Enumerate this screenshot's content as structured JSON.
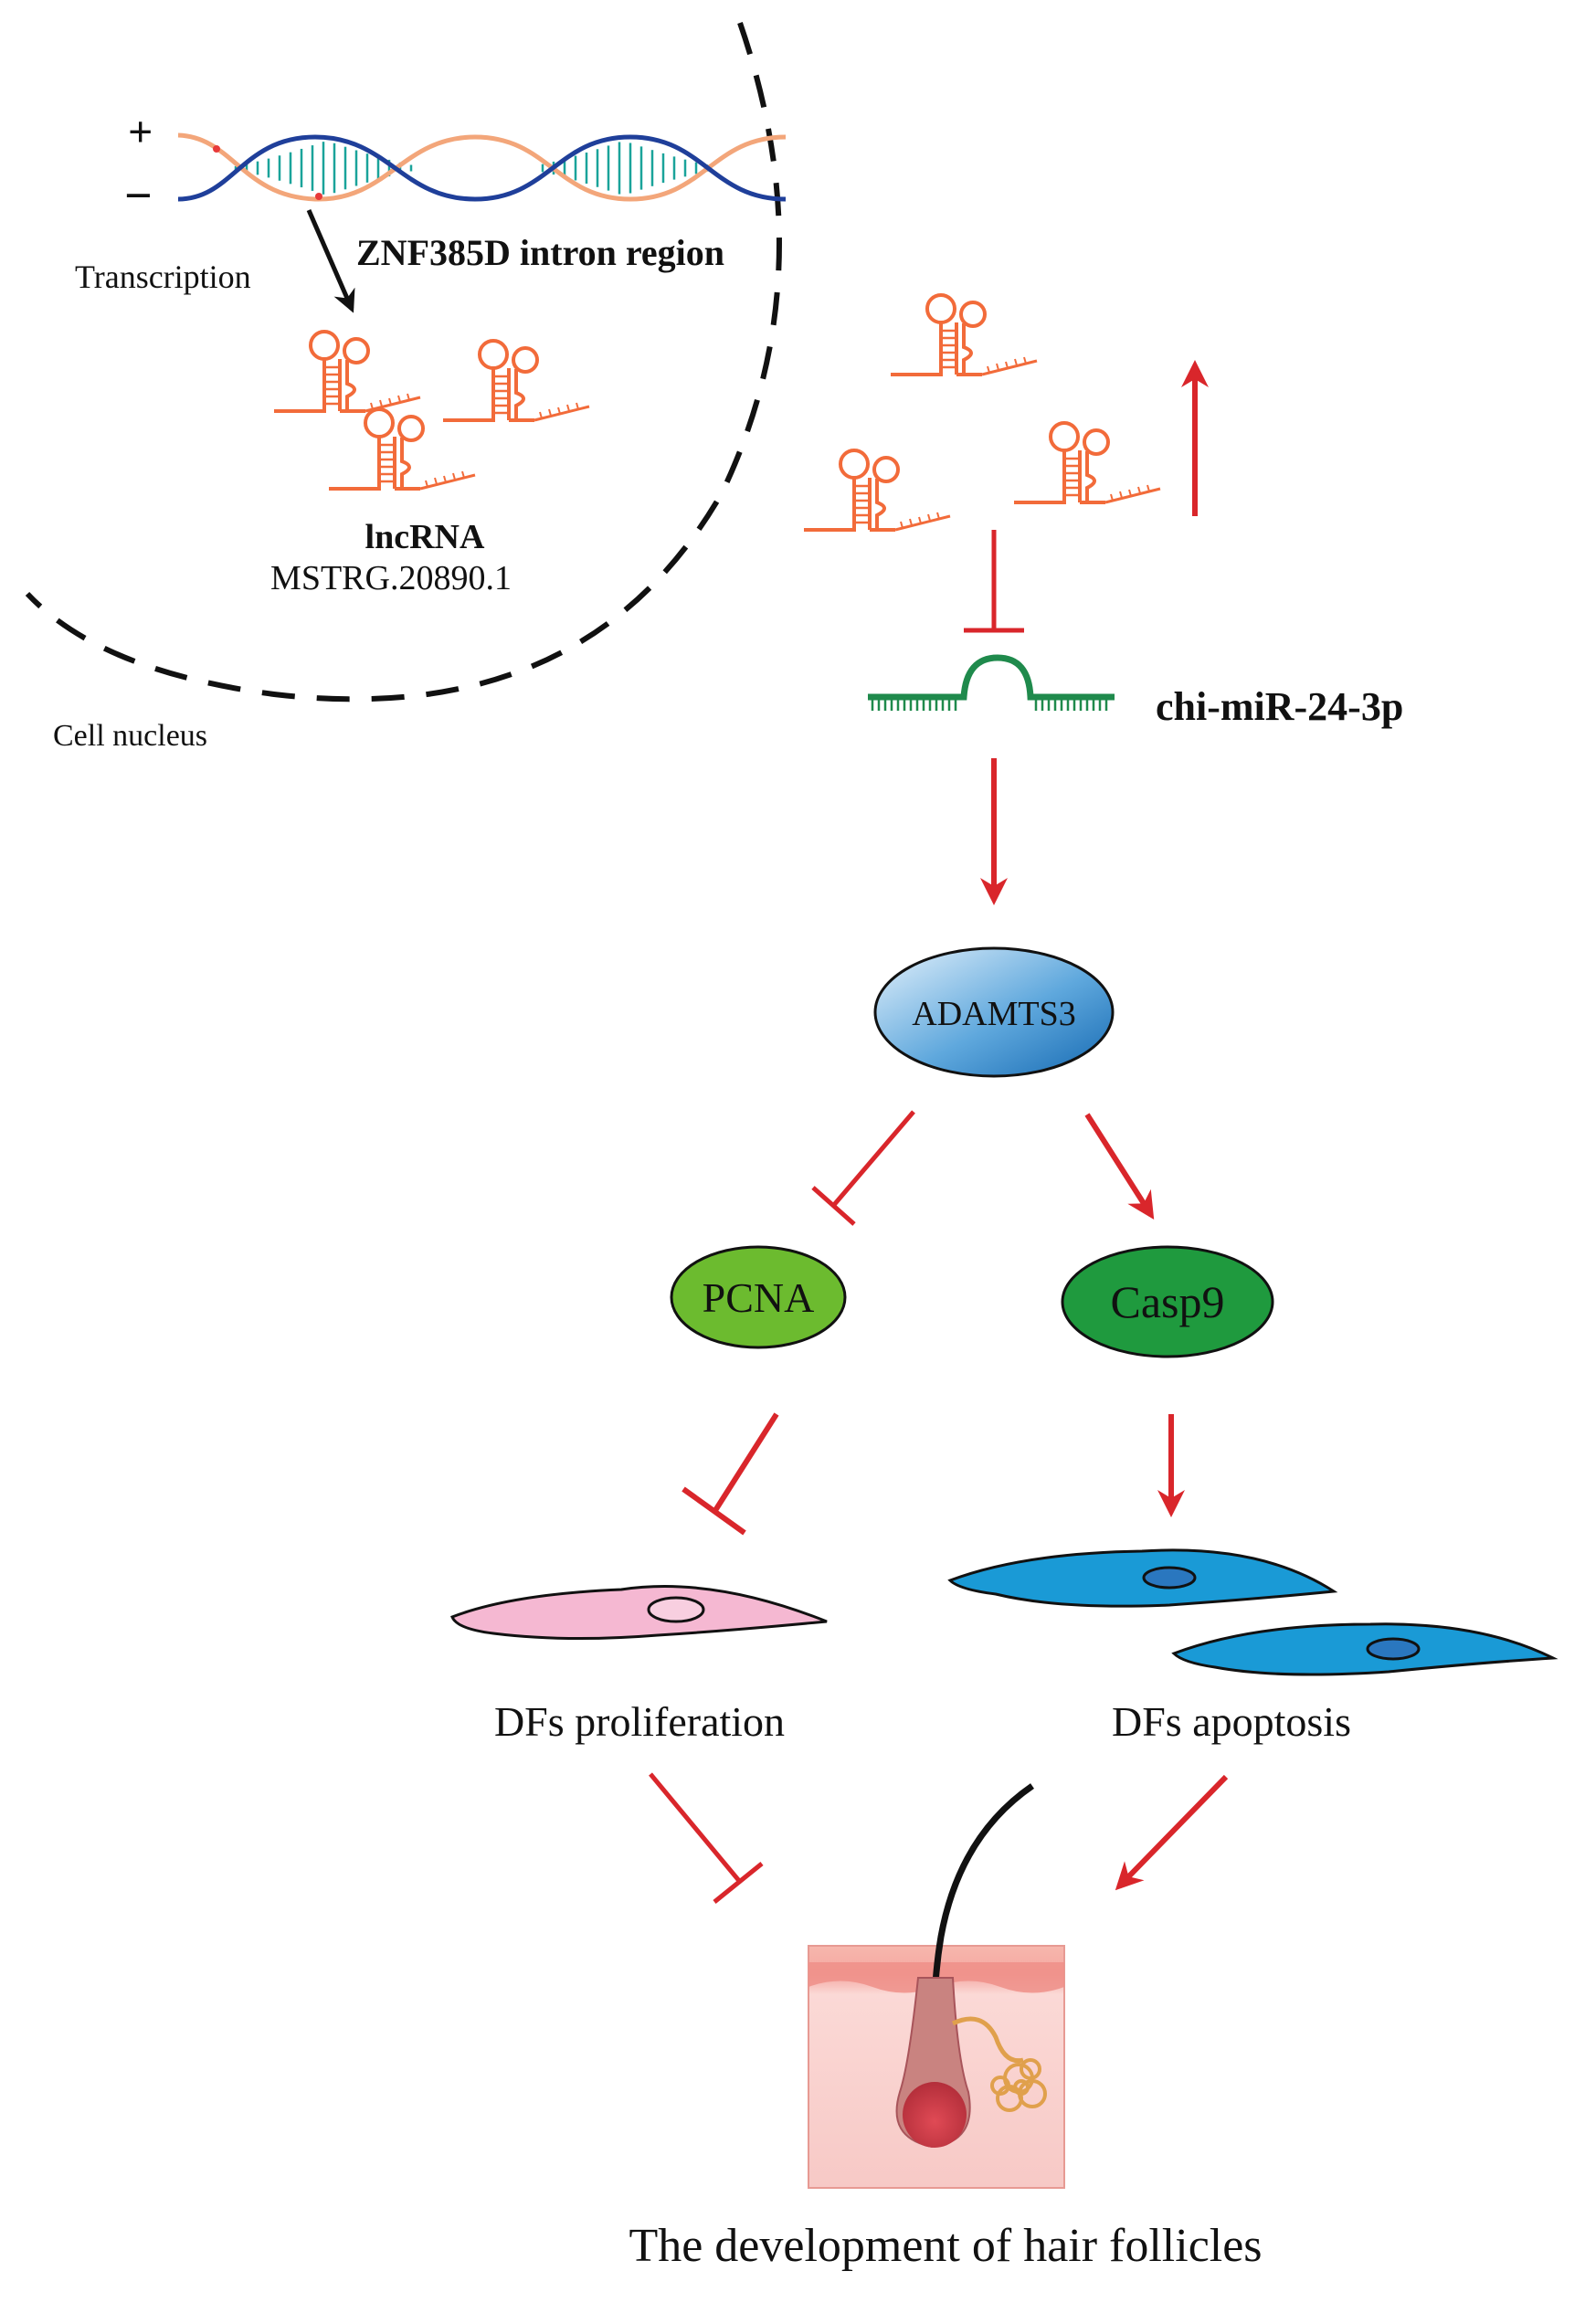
{
  "strand": {
    "plus": "+",
    "minus": "−"
  },
  "labels": {
    "gene_region": "ZNF385D intron region",
    "transcription": "Transcription",
    "lncrna_line1": "lncRNA",
    "lncrna_line2": "MSTRG.20890.1",
    "cell_nucleus": "Cell nucleus",
    "mirna": "chi-miR-24-3p",
    "adamts3": "ADAMTS3",
    "pcna": "PCNA",
    "casp9": "Casp9",
    "proliferation": "DFs proliferation",
    "apoptosis": "DFs apoptosis",
    "outcome": "The development of hair follicles"
  },
  "colors": {
    "inhibit_red": "#d9262b",
    "activate_red": "#d9262b",
    "lncrna_orange": "#f26b3a",
    "mirna_green": "#1f8a4c",
    "dna_blue": "#1f3f9a",
    "dna_teal": "#1aa39a",
    "adamts3_blue": "#2f86c8",
    "pcna_green": "#6cbb2f",
    "casp9_green": "#1f9a3e",
    "pink_cell": "#f5b8d2",
    "blue_cell": "#1a9ad6"
  }
}
